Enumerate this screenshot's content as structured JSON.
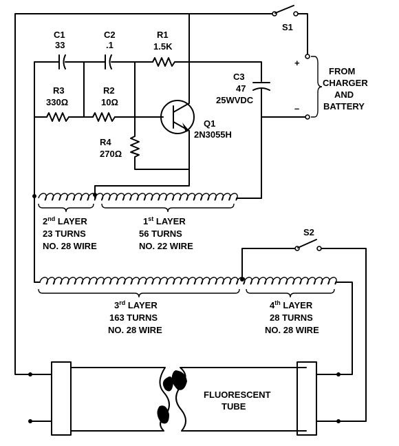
{
  "components": {
    "s1": {
      "name": "S1"
    },
    "s2": {
      "name": "S2"
    },
    "c1": {
      "name": "C1",
      "value": "33"
    },
    "c2": {
      "name": "C2",
      "value": ".1"
    },
    "r1": {
      "name": "R1",
      "value": "1.5K"
    },
    "r2": {
      "name": "R2",
      "value": "10Ω"
    },
    "r3": {
      "name": "R3",
      "value": "330Ω"
    },
    "r4": {
      "name": "R4",
      "value": "270Ω"
    },
    "c3": {
      "name": "C3",
      "value": "47",
      "rating": "25WVDC"
    },
    "q1": {
      "name": "Q1",
      "part": "2N3055H"
    }
  },
  "source": {
    "plus": "+",
    "minus": "–",
    "lines": [
      "FROM",
      "CHARGER",
      "AND",
      "BATTERY"
    ]
  },
  "windings": {
    "layer2": {
      "num": "2",
      "suffix": "nd",
      "word": "LAYER",
      "turns": "23 TURNS",
      "wire": "NO. 28 WIRE"
    },
    "layer1": {
      "num": "1",
      "suffix": "st",
      "word": "LAYER",
      "turns": "56 TURNS",
      "wire": "NO. 22 WIRE"
    },
    "layer3": {
      "num": "3",
      "suffix": "rd",
      "word": "LAYER",
      "turns": "163 TURNS",
      "wire": "NO. 28 WIRE"
    },
    "layer4": {
      "num": "4",
      "suffix": "th",
      "word": "LAYER",
      "turns": "28 TURNS",
      "wire": "NO. 28 WIRE"
    }
  },
  "tube": {
    "lines": [
      "FLUORESCENT",
      "TUBE"
    ]
  }
}
